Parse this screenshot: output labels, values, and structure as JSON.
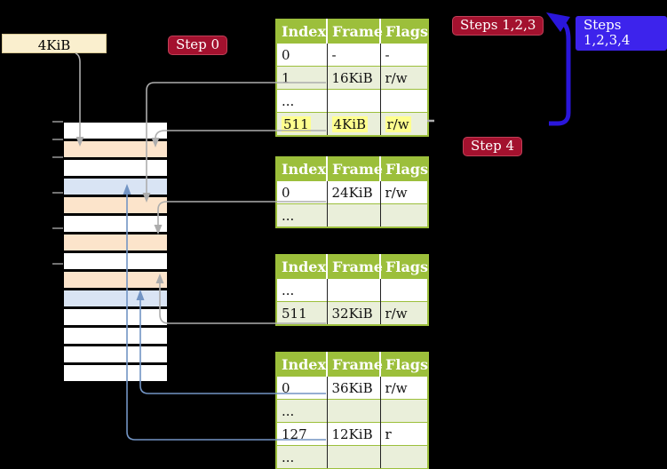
{
  "labels": {
    "frame_4kib": "4KiB",
    "step0": "Step 0",
    "steps123": "Steps 1,2,3",
    "steps1234": "Steps 1,2,3,4",
    "step4": "Step 4"
  },
  "colors": {
    "table_header_green": "#9CBF3B",
    "table_row_shaded": "#EAEFDA",
    "highlight_yellow": "#FFFF8E",
    "memory_frame_peach": "#FCE4CB",
    "memory_frame_blue": "#D9E4F4",
    "memory_frame_white": "#ffffff",
    "step_badge_red": "#A3112E",
    "step_badge_blue": "#3D23EC",
    "recursive_arrow_blue": "#2A16DB",
    "connector_gray": "#ADADAD",
    "connector_steelblue": "#7294C4",
    "frame_label_cream": "#FAEFCE"
  },
  "memory": {
    "rows": [
      "white",
      "peach",
      "white",
      "blue",
      "peach",
      "white",
      "peach",
      "white",
      "peach",
      "blue",
      "white",
      "white",
      "white",
      "white"
    ]
  },
  "tables": [
    {
      "headers": [
        "Index",
        "Frame",
        "Flags"
      ],
      "rows": [
        {
          "cells": [
            "0",
            "-",
            "-"
          ],
          "shaded": false,
          "highlight": false
        },
        {
          "cells": [
            "1",
            "16KiB",
            "r/w"
          ],
          "shaded": true,
          "highlight": false
        },
        {
          "cells": [
            "...",
            "",
            ""
          ],
          "shaded": false,
          "highlight": false
        },
        {
          "cells": [
            "511",
            "4KiB",
            "r/w"
          ],
          "shaded": true,
          "highlight": true
        }
      ]
    },
    {
      "headers": [
        "Index",
        "Frame",
        "Flags"
      ],
      "rows": [
        {
          "cells": [
            "0",
            "24KiB",
            "r/w"
          ],
          "shaded": false,
          "highlight": false
        },
        {
          "cells": [
            "...",
            "",
            ""
          ],
          "shaded": true,
          "highlight": false
        }
      ]
    },
    {
      "headers": [
        "Index",
        "Frame",
        "Flags"
      ],
      "rows": [
        {
          "cells": [
            "...",
            "",
            ""
          ],
          "shaded": false,
          "highlight": false
        },
        {
          "cells": [
            "511",
            "32KiB",
            "r/w"
          ],
          "shaded": true,
          "highlight": false
        }
      ]
    },
    {
      "headers": [
        "Index",
        "Frame",
        "Flags"
      ],
      "rows": [
        {
          "cells": [
            "0",
            "36KiB",
            "r/w"
          ],
          "shaded": false,
          "highlight": false
        },
        {
          "cells": [
            "...",
            "",
            ""
          ],
          "shaded": true,
          "highlight": false
        },
        {
          "cells": [
            "127",
            "12KiB",
            "r"
          ],
          "shaded": false,
          "highlight": false
        },
        {
          "cells": [
            "...",
            "",
            ""
          ],
          "shaded": true,
          "highlight": false
        }
      ]
    }
  ]
}
